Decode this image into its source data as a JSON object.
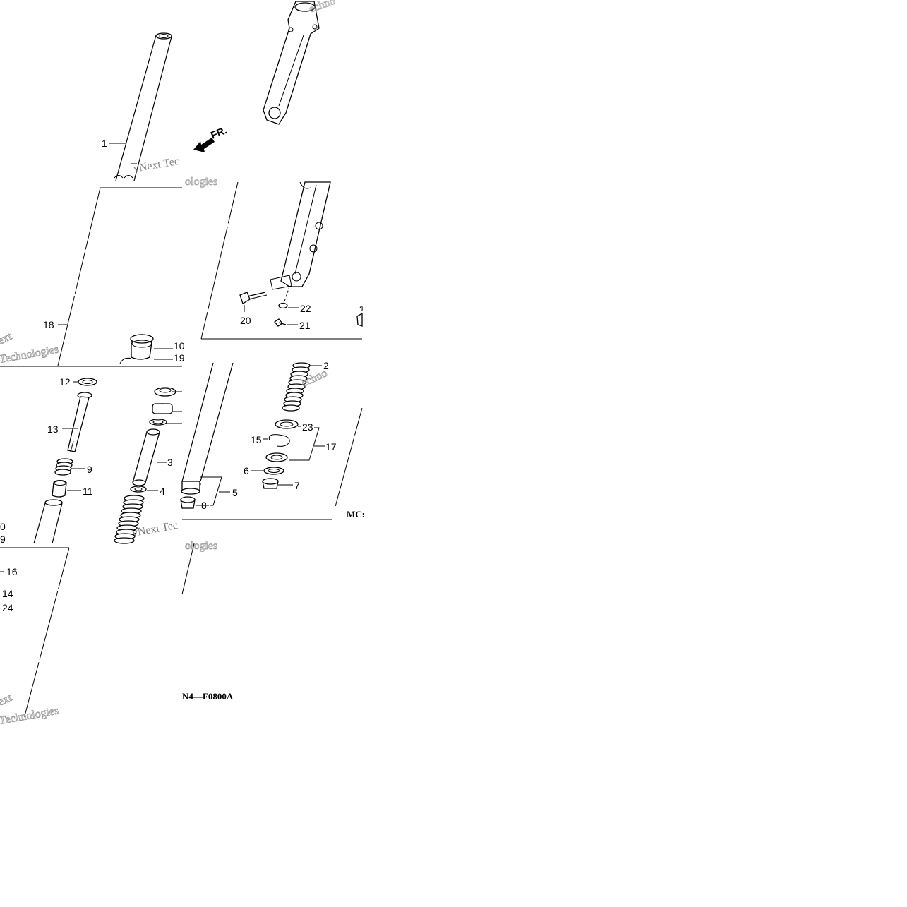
{
  "diagram": {
    "direction_label": "FR.",
    "code_bottom": "N4—F0800A",
    "code_right": "MC:",
    "watermark_lines": [
      "vNext Tec",
      "ologies",
      "echno",
      "Technologies",
      "ext",
      "vNext Tec"
    ],
    "callouts": {
      "c1": "1",
      "c2": "2",
      "c3": "3",
      "c4": "4",
      "c5": "5",
      "c6": "6",
      "c7": "7",
      "c8": "8",
      "c9": "9",
      "c10": "10",
      "c11": "11",
      "c12": "12",
      "c13": "13",
      "c14": "14",
      "c15": "15",
      "c16": "16",
      "c17": "17",
      "c18": "18",
      "c19": "19",
      "c20": "20",
      "c21": "21",
      "c22": "22",
      "c23": "23",
      "c24": "24",
      "c0": "0",
      "c9b": "9"
    }
  }
}
